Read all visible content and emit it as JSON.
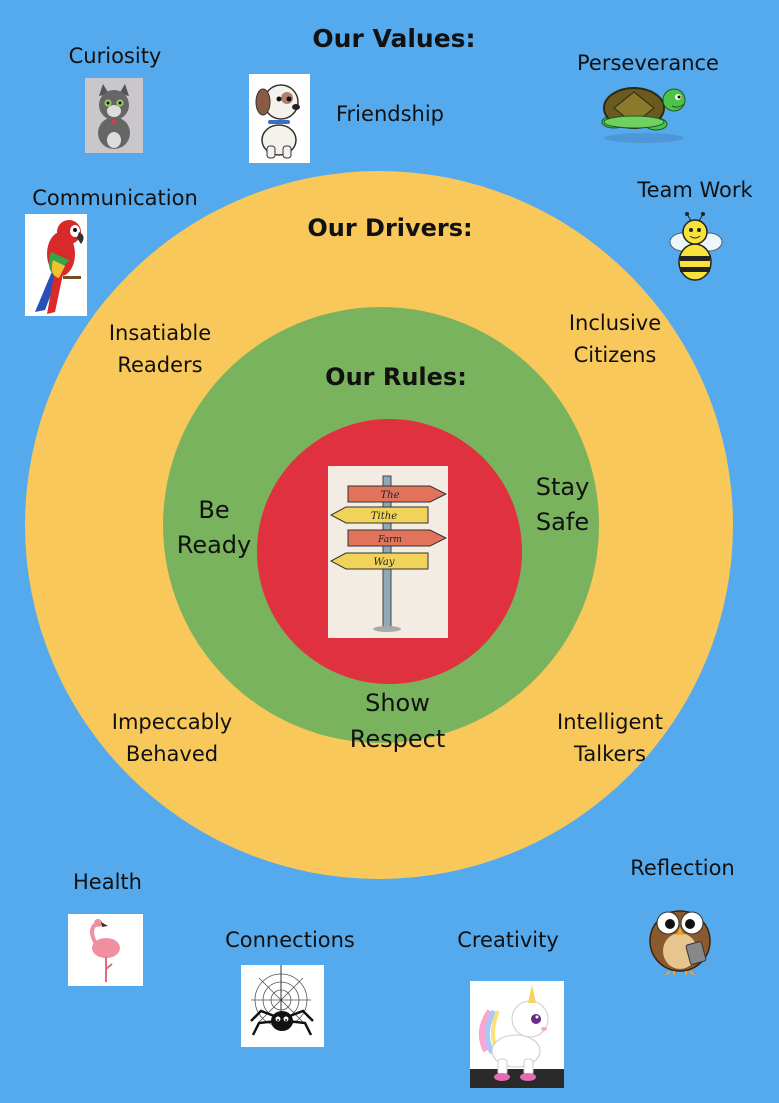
{
  "values": {
    "heading": "Our Values:",
    "items": [
      "Curiosity",
      "Friendship",
      "Perseverance",
      "Communication",
      "Team Work",
      "Health",
      "Connections",
      "Creativity",
      "Reflection"
    ]
  },
  "drivers": {
    "heading": "Our Drivers:",
    "items": [
      [
        "Insatiable",
        "Readers"
      ],
      [
        "Inclusive",
        "Citizens"
      ],
      [
        "Impeccably",
        "Behaved"
      ],
      [
        "Intelligent",
        "Talkers"
      ]
    ]
  },
  "rules": {
    "heading": "Our Rules:",
    "items": [
      [
        "Be",
        "Ready"
      ],
      [
        "Stay",
        "Safe"
      ],
      [
        "Show",
        "Respect"
      ]
    ]
  },
  "signpost": {
    "words": [
      "The",
      "Tithe",
      "Farm",
      "Way"
    ]
  },
  "colors": {
    "background": "#55aaee",
    "drivers_ring": "#f9c85b",
    "rules_ring": "#7ab35d",
    "center": "#e0313f"
  },
  "icons": [
    "cat-icon",
    "dog-icon",
    "turtle-icon",
    "parrot-icon",
    "bee-icon",
    "flamingo-icon",
    "spider-icon",
    "unicorn-icon",
    "owl-icon"
  ]
}
